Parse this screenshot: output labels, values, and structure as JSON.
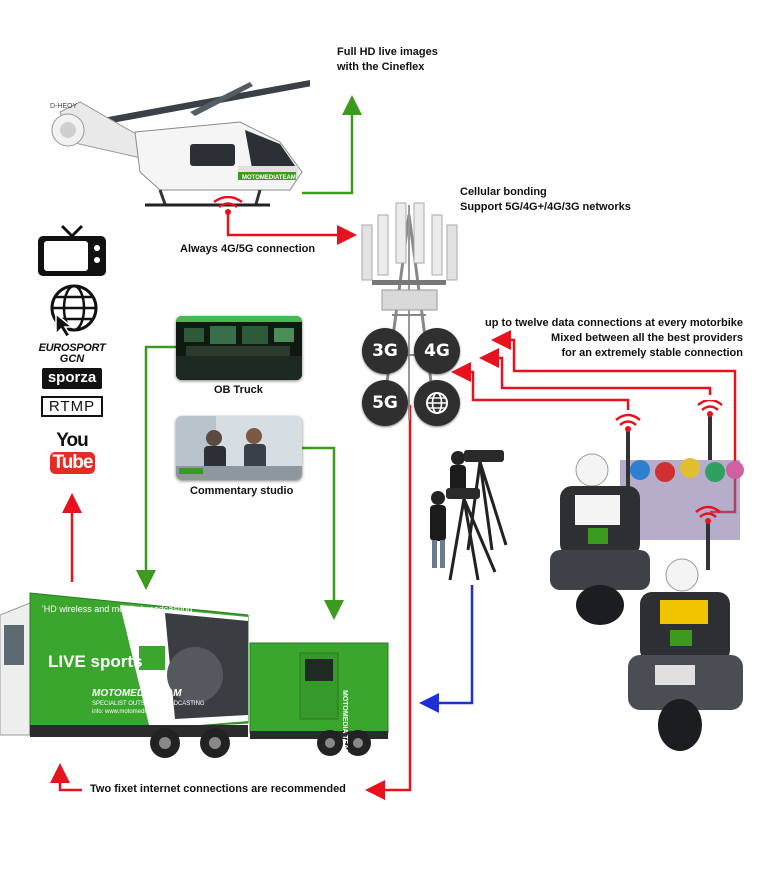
{
  "labels": {
    "fullhd_line1": "Full HD live images",
    "fullhd_line2": "with the Cineflex",
    "cellular_line1": "Cellular bonding",
    "cellular_line2": "Support 5G/4G+/4G/3G networks",
    "always": "Always 4G/5G connection",
    "twelve_line1": "up to twelve data connections at every motorbike",
    "twelve_line2": "Mixed between all the best providers",
    "twelve_line3": "for an extremely stable connection",
    "ob_truck": "OB Truck",
    "commentary": "Commentary studio",
    "fixed": "Two fixet internet connections are recommended"
  },
  "networks": [
    "3G",
    "4G",
    "5G"
  ],
  "outputs": {
    "eurosport": "EUROSPORT",
    "gcn": "GCN",
    "sporza": "sporza",
    "rtmp": "RTMP",
    "youtube_you": "You",
    "youtube_tube": "Tube"
  },
  "helicopter": {
    "registration": "D-HEOY",
    "brand": "MOTOMEDIATEAM"
  },
  "truck": {
    "tagline": "'HD wireless and mobile broadcasting",
    "live": "LIVE sports",
    "brand": "MOTOMEDIATEAM",
    "sub": "SPECIALIST OUTSIDE BROADCASTING",
    "info": "info: www.motomediateam.be",
    "trailer": "MOTOMEDIA TEAM"
  },
  "colors": {
    "red": "#e8121e",
    "green": "#3c9a1e",
    "blue": "#1f2fd6",
    "truck_green": "#3aa62e"
  }
}
